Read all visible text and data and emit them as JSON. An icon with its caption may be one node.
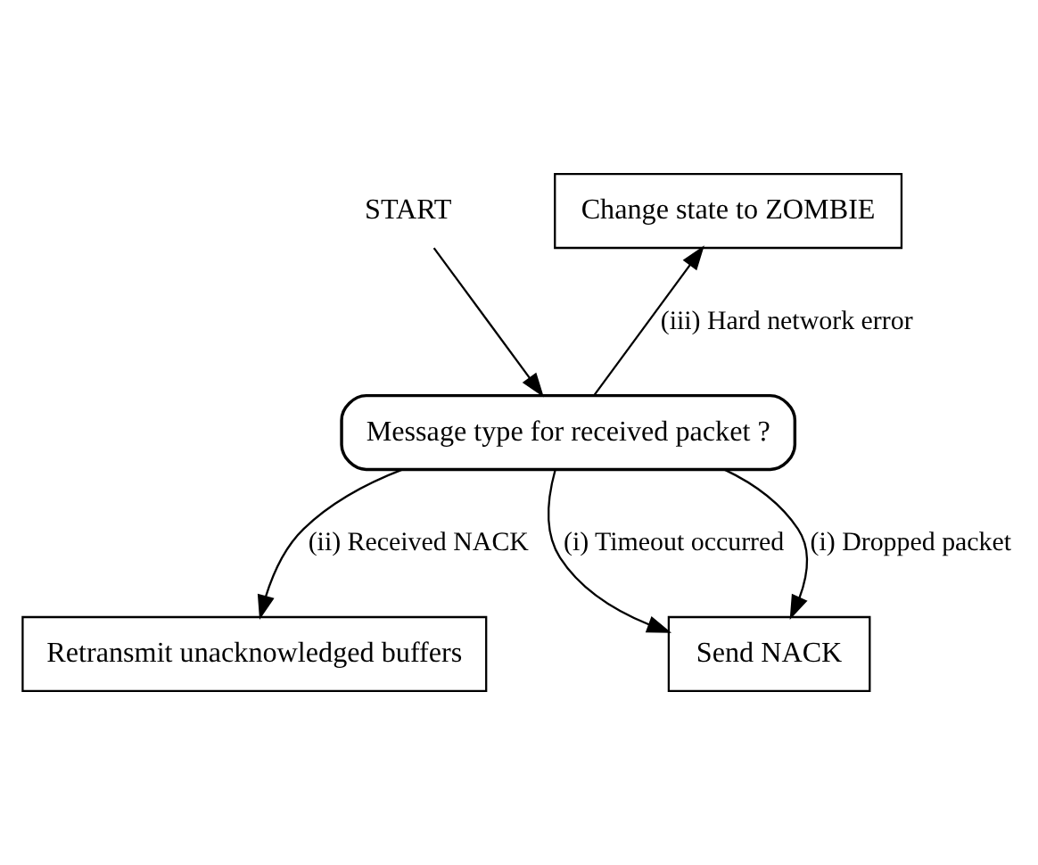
{
  "diagram": {
    "nodes": [
      {
        "text": [
          "START"
        ]
      },
      {
        "text": [
          "Change state to ZOMBIE"
        ]
      },
      {
        "text": [
          "Message type for received packet ?"
        ]
      },
      {
        "text": [
          "Retransmit unacknowledged buffers"
        ]
      },
      {
        "text": [
          "Send NACK"
        ]
      }
    ],
    "edges": [
      {
        "from": 0,
        "to": 2,
        "arrow": "to"
      },
      {
        "from": 2,
        "to": 1,
        "arrow": "to",
        "label": "(iii) Hard network error"
      },
      {
        "from": 2,
        "to": 3,
        "arrow": "to",
        "label": "(ii) Received NACK"
      },
      {
        "from": 2,
        "to": 4,
        "arrow": "to",
        "label": "(i) Timeout occurred"
      },
      {
        "from": 2,
        "to": 4,
        "arrow": "to",
        "label": "(i) Dropped packet"
      }
    ]
  }
}
